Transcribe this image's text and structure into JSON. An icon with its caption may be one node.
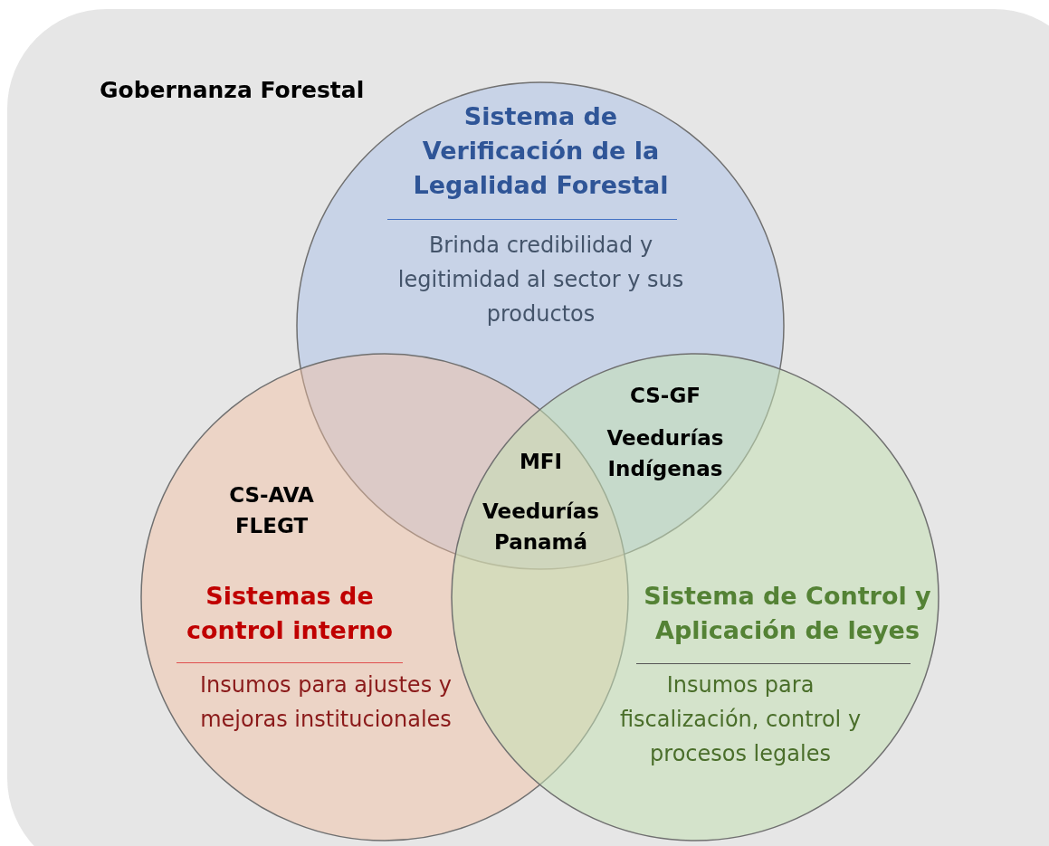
{
  "diagram": {
    "nodes": [
      {
        "text": [
          "Gobernanza Forestal"
        ]
      },
      {
        "text": [
          "Sistema de Verificación de la Legalidad Forestal",
          "Brinda credibilidad y legitimidad al sector y sus productos"
        ],
        "in": 0
      },
      {
        "text": [
          "Sistemas de control interno",
          "Insumos para ajustes y mejoras institucionales"
        ],
        "in": 0
      },
      {
        "text": [
          "Sistema de Control y Aplicación de leyes",
          "Insumos para fiscalización, control y procesos legales"
        ],
        "in": 0
      }
    ],
    "labels": [
      "CS-GF",
      "Veedurías Indígenas",
      "MFI",
      "CS-AVA",
      "FLEGT",
      "Veedurías Panamá"
    ]
  }
}
